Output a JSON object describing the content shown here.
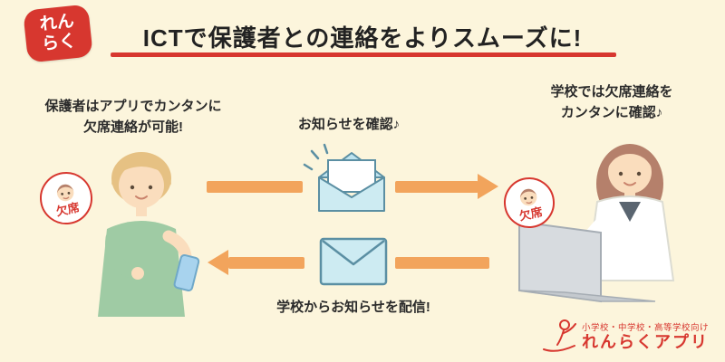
{
  "colors": {
    "bg": "#FCF5DC",
    "accent_red": "#D7372F",
    "arrow_orange": "#F2A45C",
    "envelope_blue": "#CDEBF2",
    "envelope_line": "#5B8FA3"
  },
  "seal": {
    "label": "れん\nらく"
  },
  "header": {
    "title": "ICTで保護者との連絡をよりスムーズに!"
  },
  "captions": {
    "parent": "保護者はアプリでカンタンに\n欠席連絡が可能!",
    "check": "お知らせを確認♪",
    "school": "学校では欠席連絡を\nカンタンに確認♪",
    "send": "学校からお知らせを配信!"
  },
  "badge": {
    "absence": "欠席"
  },
  "footer": {
    "audience": "小学校・中学校・高等学校向け",
    "app_name": "れんらくアプリ"
  }
}
